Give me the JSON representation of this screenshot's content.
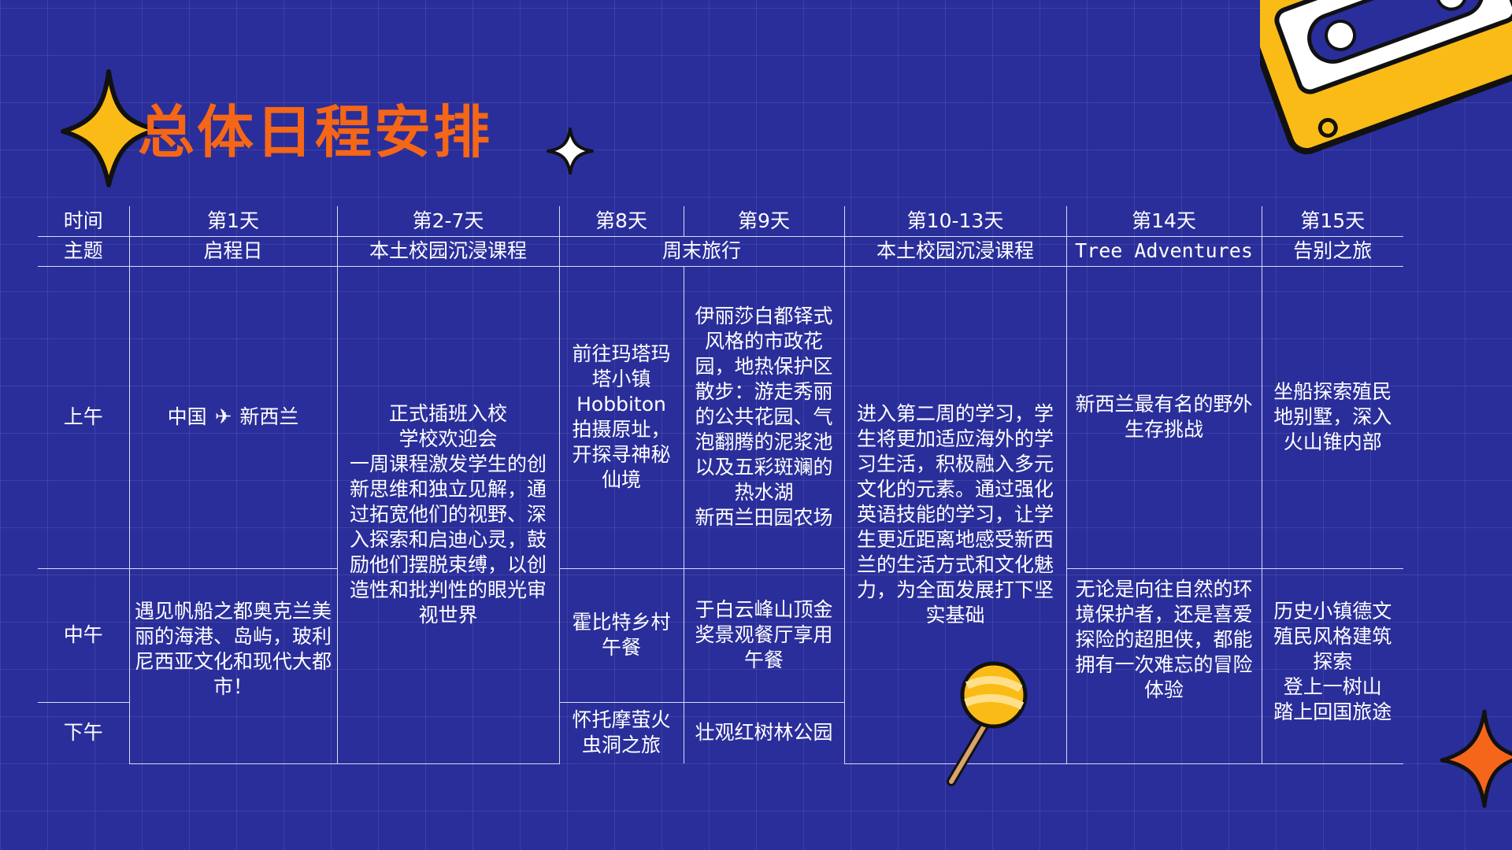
{
  "title": "总体日程安排",
  "colors": {
    "background": "#2a2e9a",
    "title": "#f56616",
    "accent_yellow": "#fbbb16",
    "accent_orange": "#f5661a",
    "grid_line": "#d9dcf4"
  },
  "icons": {
    "title_star": "four-point-star-icon",
    "small_star": "sparkle-icon",
    "cassette": "cassette-tape-icon",
    "lollipop": "lollipop-icon",
    "corner_star": "orange-star-icon",
    "plane": "✈"
  },
  "table": {
    "labels": {
      "time": "时间",
      "theme": "主题",
      "morning": "上午",
      "noon": "中午",
      "afternoon": "下午"
    },
    "days": {
      "d1": "第1天",
      "d2_7": "第2-7天",
      "d8": "第8天",
      "d9": "第9天",
      "d10_13": "第10-13天",
      "d14": "第14天",
      "d15": "第15天"
    },
    "themes": {
      "d1": "启程日",
      "d2_7": "本土校园沉浸课程",
      "d8_9": "周末旅行",
      "d10_13": "本土校园沉浸课程",
      "d14": "Tree Adventures",
      "d15": "告别之旅"
    },
    "cells": {
      "d1_morning_from": "中国",
      "d1_morning_to": "新西兰",
      "d1_rest": "遇见帆船之都奥克兰美丽的海港、岛屿，玻利尼西亚文化和现代大都市！",
      "d2_7": "正式插班入校\n学校欢迎会\n一周课程激发学生的创新思维和独立见解，通过拓宽他们的视野、深入探索和启迪心灵，鼓励他们摆脱束缚，以创造性和批判性的眼光审视世界",
      "d8_morning": "前往玛塔玛塔小镇\nHobbiton\n拍摄原址，开探寻神秘仙境",
      "d8_noon": "霍比特乡村午餐",
      "d8_afternoon": "怀托摩萤火虫洞之旅",
      "d9_morning": "伊丽莎白都铎式风格的市政花园，地热保护区散步：游走秀丽的公共花园、气泡翻腾的泥浆池以及五彩斑斓的热水湖\n新西兰田园农场",
      "d9_noon": "于白云峰山顶金奖景观餐厅享用午餐",
      "d9_afternoon": "壮观红树林公园",
      "d10_13": "进入第二周的学习，学生将更加适应海外的学习生活，积极融入多元文化的元素。通过强化英语技能的学习，让学生更近距离地感受新西兰的生活方式和文化魅力，为全面发展打下坚实基础",
      "d14_morning": "新西兰最有名的野外生存挑战",
      "d14_rest": "无论是向往自然的环境保护者，还是喜爱探险的超胆侠，都能拥有一次难忘的冒险体验",
      "d15_morning": "坐船探索殖民地别墅，深入火山锥内部",
      "d15_rest": "历史小镇德文殖民风格建筑探索\n登上一树山\n踏上回国旅途"
    }
  }
}
